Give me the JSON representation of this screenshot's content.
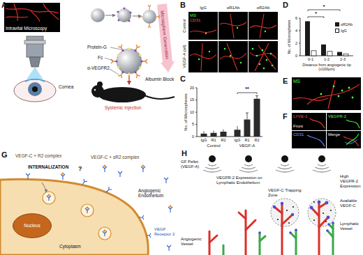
{
  "diagram": {
    "nodes": [
      {
        "text": [
          "Intravital Microscopy"
        ]
      },
      {
        "text": [
          "MS",
          "CD31"
        ]
      },
      {
        "text": [
          "MS"
        ]
      },
      {
        "text": [
          "LYVE-1",
          "Front"
        ]
      },
      {
        "text": [
          "VEGFR-2"
        ]
      },
      {
        "text": [
          "CD31"
        ]
      },
      {
        "text": [
          "Merge"
        ]
      },
      {
        "text": [
          "Nucleus"
        ]
      }
    ],
    "labels": [
      "A",
      "Cornea",
      "Microsphere Generation",
      "Protein-G",
      "Fc",
      "α-VEGFR2",
      "Albumin Block",
      "Systemic Injection",
      "B",
      "IgG",
      "αR1Ab",
      "αR2Ab",
      "Control",
      "VEGF-A (all)",
      "C",
      "0",
      "5",
      "10",
      "15",
      "20",
      "IgG",
      "R1",
      "R2",
      "IgG",
      "R1",
      "R2",
      "Control",
      "VEGF-A",
      "**",
      "No. of Microspheres",
      "D",
      "0",
      "2",
      "4",
      "6",
      "*",
      "*",
      "0-1",
      "1-2",
      "2-3",
      "Distance from angiogenic tip (x100μm)",
      "No. of Microspheres",
      "E",
      "F",
      "G",
      "VEGF-C + R2 complex",
      "INTERNALIZATION",
      "?",
      "VEGF-C + sR2 complex",
      "Angiogenic Endothelium",
      "Cytoplasm",
      "VEGF Receptor 2",
      "H",
      "GF Pellet (VEGF-A)",
      "VEGFR-2 Expression on Lymphatic Endothelium",
      "VEGF-C Trapping Zone",
      "High VEGFR-2 Expression",
      "Available VEGF-C",
      "Lymphatic Vessel",
      "Angiogenic Vessel"
    ],
    "legend": [
      {
        "text": "αR2Ab",
        "color": "#1a1a1a"
      },
      {
        "text": "IgG",
        "color": "#ffffff"
      }
    ]
  }
}
